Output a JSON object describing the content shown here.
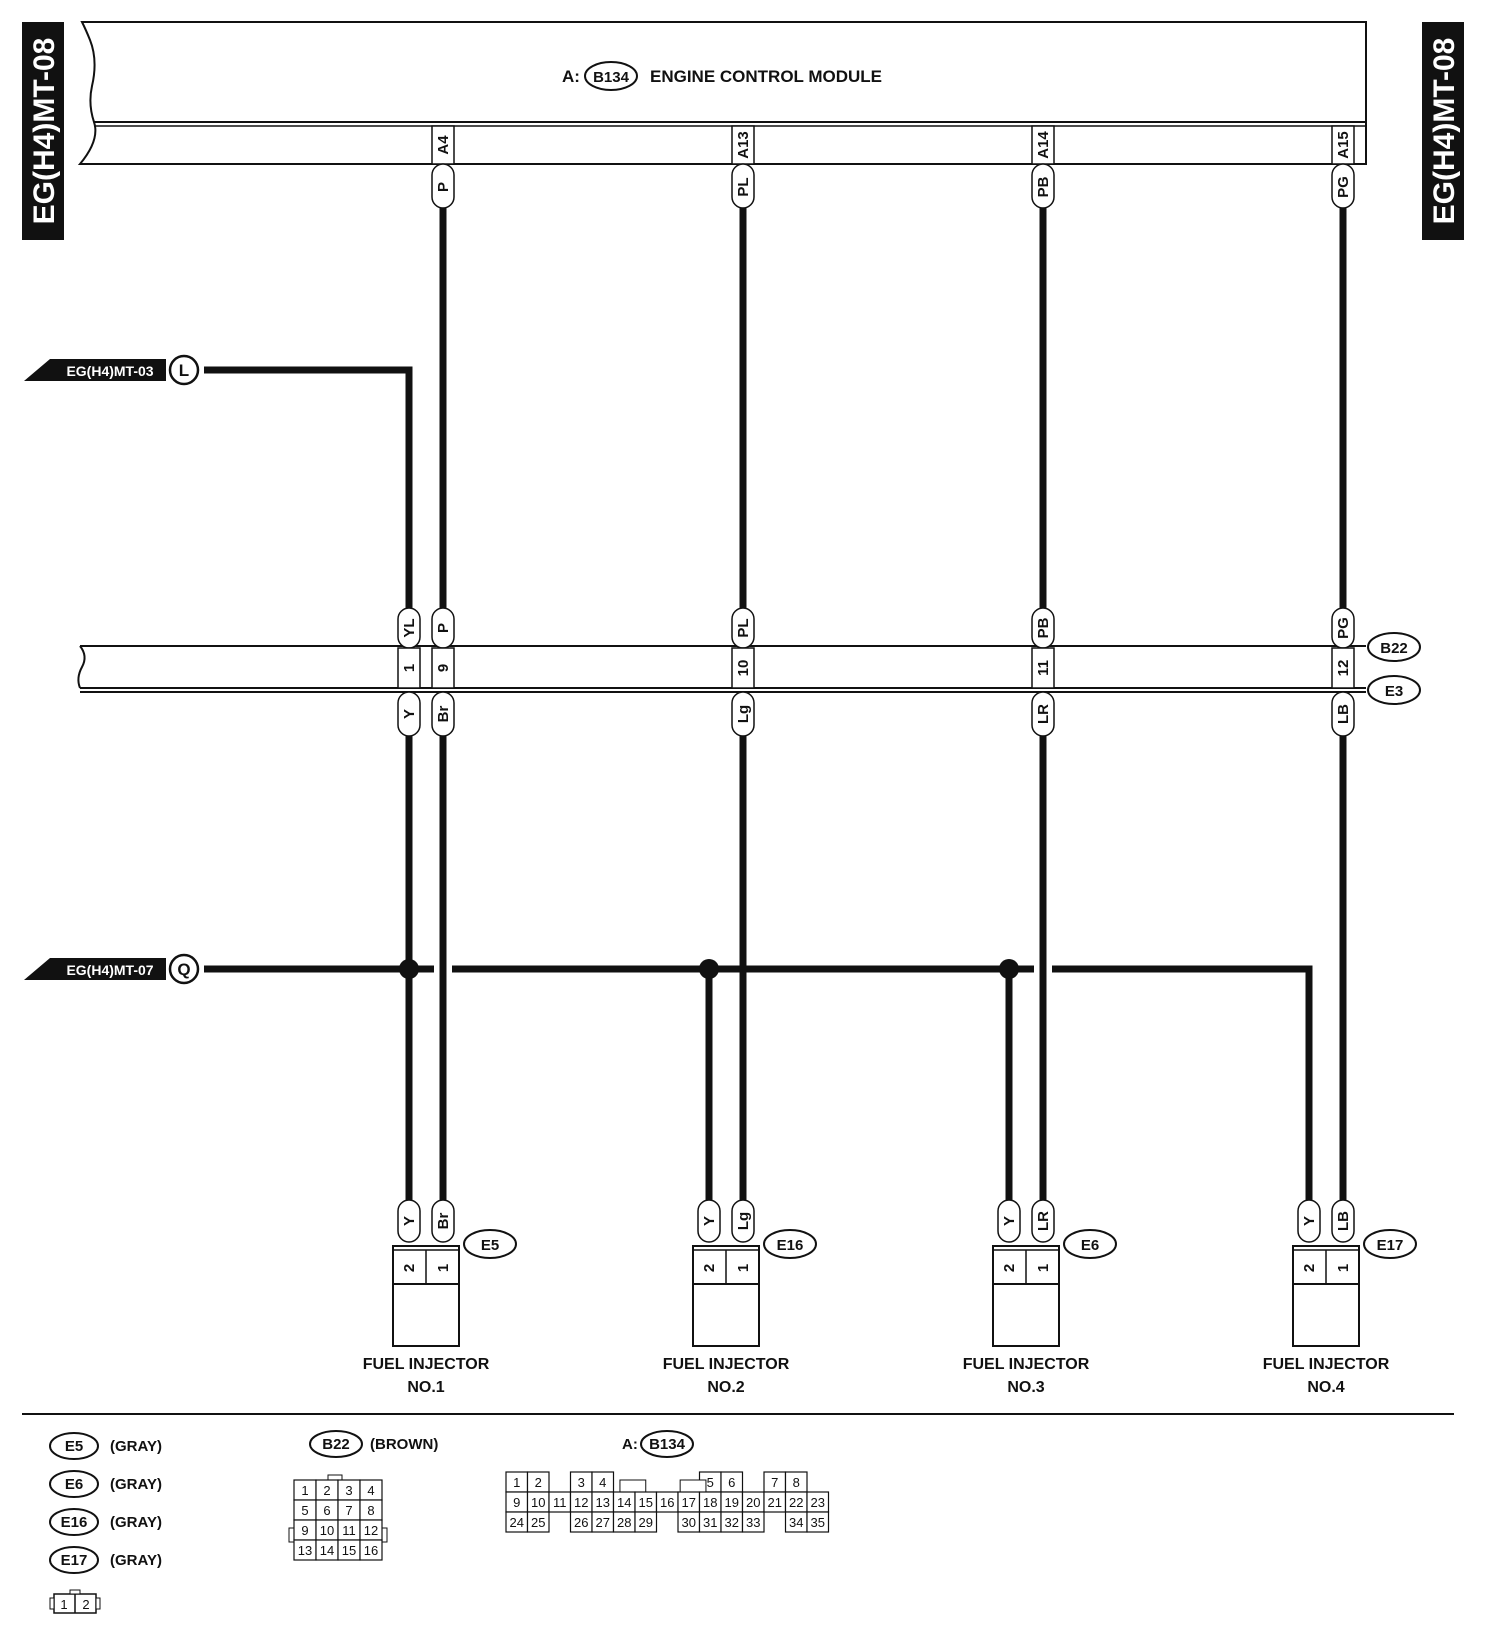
{
  "side_ref": "EG(H4)MT-08",
  "ecm": {
    "prefix": "A:",
    "connector": "B134",
    "title": "ENGINE CONTROL MODULE",
    "pins": [
      {
        "pin": "A4",
        "color": "P"
      },
      {
        "pin": "A13",
        "color": "PL"
      },
      {
        "pin": "A14",
        "color": "PB"
      },
      {
        "pin": "A15",
        "color": "PG"
      }
    ]
  },
  "off_page": [
    {
      "ref": "EG(H4)MT-03",
      "letter": "L"
    },
    {
      "ref": "EG(H4)MT-07",
      "letter": "Q"
    }
  ],
  "joint_connector": {
    "upper_id": "B22",
    "lower_id": "E3",
    "pins": [
      {
        "pin": "1",
        "upper": "YL",
        "lower": "Y"
      },
      {
        "pin": "9",
        "upper": "P",
        "lower": "Br"
      },
      {
        "pin": "10",
        "upper": "PL",
        "lower": "Lg"
      },
      {
        "pin": "11",
        "upper": "PB",
        "lower": "LR"
      },
      {
        "pin": "12",
        "upper": "PG",
        "lower": "LB"
      }
    ]
  },
  "injectors": [
    {
      "connector": "E5",
      "pin2_color": "Y",
      "pin1_color": "Br",
      "pin2": "2",
      "pin1": "1",
      "line1": "FUEL INJECTOR",
      "line2": "NO.1"
    },
    {
      "connector": "E16",
      "pin2_color": "Y",
      "pin1_color": "Lg",
      "pin2": "2",
      "pin1": "1",
      "line1": "FUEL INJECTOR",
      "line2": "NO.2"
    },
    {
      "connector": "E6",
      "pin2_color": "Y",
      "pin1_color": "LR",
      "pin2": "2",
      "pin1": "1",
      "line1": "FUEL INJECTOR",
      "line2": "NO.3"
    },
    {
      "connector": "E17",
      "pin2_color": "Y",
      "pin1_color": "LB",
      "pin2": "2",
      "pin1": "1",
      "line1": "FUEL INJECTOR",
      "line2": "NO.4"
    }
  ],
  "legend": {
    "gray_connectors": [
      {
        "id": "E5",
        "color": "(GRAY)"
      },
      {
        "id": "E6",
        "color": "(GRAY)"
      },
      {
        "id": "E16",
        "color": "(GRAY)"
      },
      {
        "id": "E17",
        "color": "(GRAY)"
      }
    ],
    "two_pin": [
      "1",
      "2"
    ],
    "b22": {
      "id": "B22",
      "color": "(BROWN)",
      "rows": [
        [
          "1",
          "2",
          "3",
          "4"
        ],
        [
          "5",
          "6",
          "7",
          "8"
        ],
        [
          "9",
          "10",
          "11",
          "12"
        ],
        [
          "13",
          "14",
          "15",
          "16"
        ]
      ]
    },
    "b134": {
      "prefix": "A:",
      "id": "B134",
      "row1": [
        "1",
        "2",
        "",
        "3",
        "4",
        "",
        "",
        "",
        "",
        "5",
        "6",
        "",
        "7",
        "8"
      ],
      "row2": [
        "9",
        "10",
        "11",
        "12",
        "13",
        "14",
        "15",
        "16",
        "17",
        "18",
        "19",
        "20",
        "21",
        "22",
        "23"
      ],
      "row3": [
        "24",
        "25",
        "",
        "26",
        "27",
        "28",
        "29",
        "",
        "30",
        "31",
        "32",
        "33",
        "",
        "34",
        "35"
      ]
    }
  }
}
